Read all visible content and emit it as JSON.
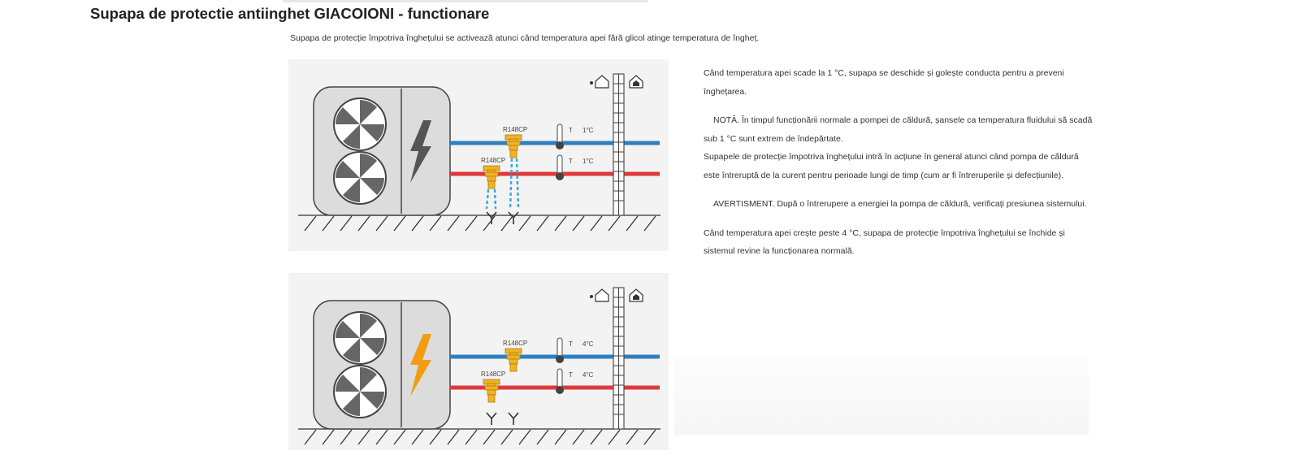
{
  "title": "Supapa de protectie antiinghet GIACOIONI - functionare",
  "intro": "Supapa de protecție împotriva înghețului se activează atunci când temperatura apei fără glicol atinge temperatura de îngheț.",
  "diagram1": {
    "valve_label": "R148CP",
    "temp_label": "T",
    "temp_value": "1°C",
    "bolt_color": "#555555",
    "drain": true
  },
  "diagram2": {
    "valve_label": "R148CP",
    "temp_label": "T",
    "temp_value": "4°C",
    "bolt_color": "#f39c12",
    "drain": false
  },
  "notes": {
    "p1": "Când temperatura apei scade la 1 °C, supapa se deschide și golește conducta pentru a preveni înghețarea.",
    "p2": "NOTĂ. În timpul funcționării normale a pompei de căldură, șansele ca temperatura fluidului să scadă sub 1 °C sunt extrem de îndepărtate.",
    "p3": "Supapele de protecție împotriva înghețului intră în acțiune în general atunci când pompa de căldură este întreruptă de la curent pentru perioade lungi de timp (cum ar fi întreruperile și defecțiunile).",
    "p4": "AVERTISMENT. După o întrerupere a energiei la pompa de căldură, verificați presiunea sistemului.",
    "p5": "Când temperatura apei crește peste 4 °C, supapa de protecție împotriva înghețului se închide și sistemul revine la funcționarea normală."
  },
  "colors": {
    "pipe_cold": "#2f7fc1",
    "pipe_hot": "#e0393b",
    "valve": "#f0b323",
    "water": "#39a9dc"
  },
  "icons": [
    "fan-icon",
    "lightning-icon",
    "house-icon",
    "home-icon",
    "thermometer-icon",
    "valve-icon",
    "drain-icon"
  ]
}
